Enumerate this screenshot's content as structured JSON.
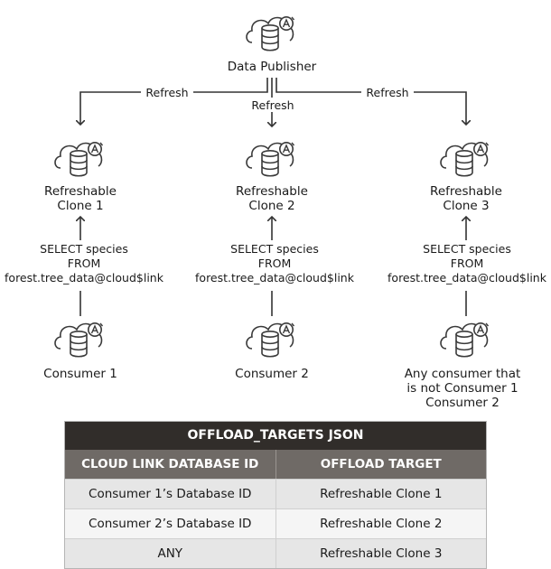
{
  "publisher": {
    "label": "Data Publisher"
  },
  "refresh_label": "Refresh",
  "clones": [
    {
      "line1": "Refreshable",
      "line2": "Clone 1"
    },
    {
      "line1": "Refreshable",
      "line2": "Clone 2"
    },
    {
      "line1": "Refreshable",
      "line2": "Clone 3"
    }
  ],
  "query": {
    "line1": "SELECT species",
    "line2": "FROM",
    "line3": "forest.tree_data@cloud$link"
  },
  "consumers": [
    {
      "line1": "Consumer 1",
      "line2": "",
      "line3": ""
    },
    {
      "line1": "Consumer 2",
      "line2": "",
      "line3": ""
    },
    {
      "line1": "Any consumer that",
      "line2": "is not Consumer 1",
      "line3": "Consumer 2"
    }
  ],
  "table": {
    "title": "OFFLOAD_TARGETS JSON",
    "headers": [
      "CLOUD LINK DATABASE ID",
      "OFFLOAD TARGET"
    ],
    "rows": [
      [
        "Consumer 1’s Database ID",
        "Refreshable Clone 1"
      ],
      [
        "Consumer 2’s Database ID",
        "Refreshable Clone 2"
      ],
      [
        "ANY",
        "Refreshable Clone 3"
      ]
    ]
  },
  "colors": {
    "icon_stroke": "#3a3a3a",
    "table_title_bg": "#312d2a",
    "table_header_bg": "#6f6a66"
  }
}
